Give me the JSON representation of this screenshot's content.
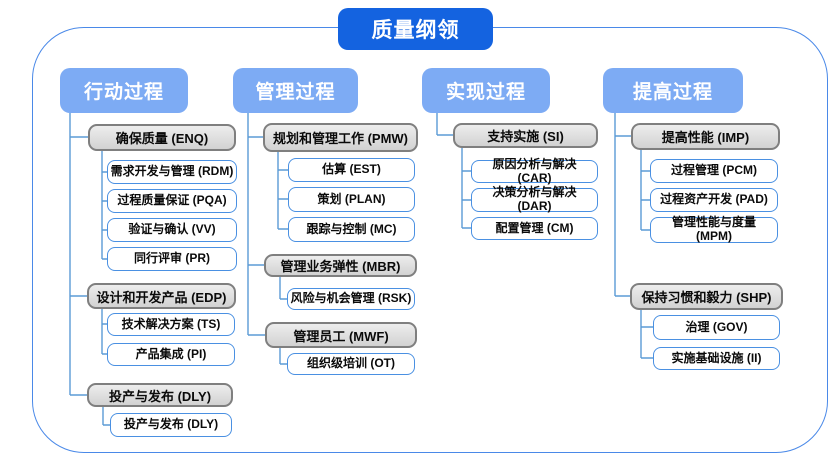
{
  "title": "质量纲领",
  "colors": {
    "title_bg": "#1463e0",
    "header_bg": "#7dabf4",
    "group_bg": "#d9d9d9",
    "group_border": "#7f7f7f",
    "leaf_border": "#4a90e2",
    "connector": "#5b9bd5",
    "frame_border": "#4a89e8"
  },
  "columns": [
    {
      "header": "行动过程",
      "groups": [
        {
          "label": "确保质量 (ENQ)",
          "children": [
            "需求开发与管理 (RDM)",
            "过程质量保证 (PQA)",
            "验证与确认 (VV)",
            "同行评审 (PR)"
          ]
        },
        {
          "label": "设计和开发产品 (EDP)",
          "children": [
            "技术解决方案 (TS)",
            "产品集成 (PI)"
          ]
        },
        {
          "label": "投产与发布 (DLY)",
          "children": [
            "投产与发布 (DLY)"
          ]
        }
      ]
    },
    {
      "header": "管理过程",
      "groups": [
        {
          "label": "规划和管理工作 (PMW)",
          "children": [
            "估算 (EST)",
            "策划 (PLAN)",
            "跟踪与控制 (MC)"
          ]
        },
        {
          "label": "管理业务弹性 (MBR)",
          "children": [
            "风险与机会管理 (RSK)"
          ]
        },
        {
          "label": "管理员工 (MWF)",
          "children": [
            "组织级培训 (OT)"
          ]
        }
      ]
    },
    {
      "header": "实现过程",
      "groups": [
        {
          "label": "支持实施 (SI)",
          "children": [
            "原因分析与解决 (CAR)",
            "决策分析与解决 (DAR)",
            "配置管理 (CM)"
          ]
        }
      ]
    },
    {
      "header": "提高过程",
      "groups": [
        {
          "label": "提高性能 (IMP)",
          "children": [
            "过程管理 (PCM)",
            "过程资产开发 (PAD)",
            "管理性能与度量 (MPM)"
          ]
        },
        {
          "label": "保持习惯和毅力 (SHP)",
          "children": [
            "治理 (GOV)",
            "实施基础设施 (II)"
          ]
        }
      ]
    }
  ]
}
